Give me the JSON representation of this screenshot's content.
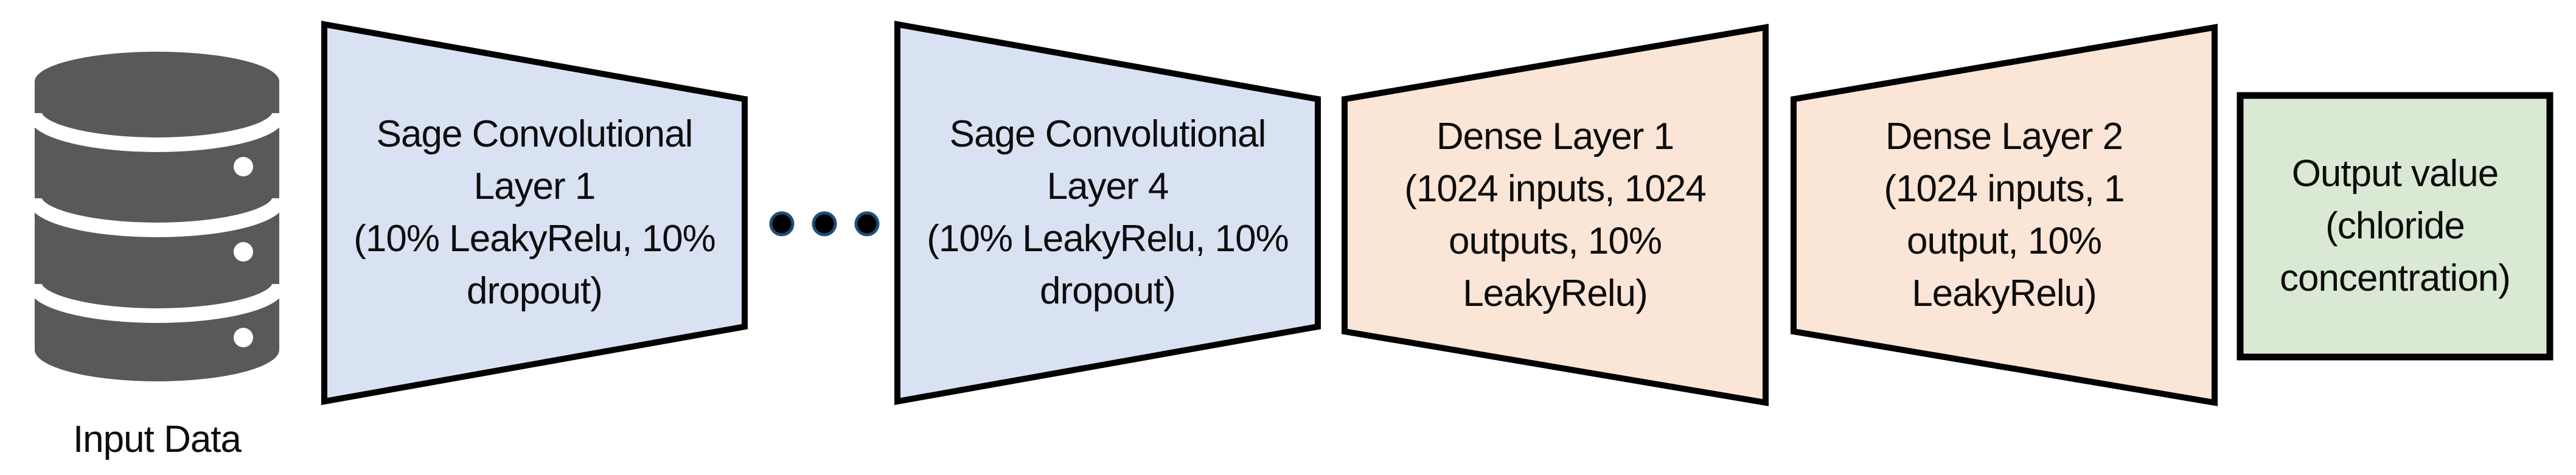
{
  "diagram": {
    "background_color": "#ffffff",
    "text_color": "#0d0d0d",
    "input_source": {
      "icon": "database-icon",
      "icon_color": "#595959",
      "caption": "Input Data"
    },
    "ellipsis": {
      "dot_count": 3,
      "dot_fill": "#000000",
      "dot_ring_color": "#1f4e79"
    },
    "layers": [
      {
        "id": "sage-conv-1",
        "shape": "trapezoid-narrowing-right",
        "label": "Sage Convolutional\nLayer 1\n(10% LeakyRelu, 10%\ndropout)",
        "fill": "#d9e2f3",
        "border_color": "#000000"
      },
      {
        "id": "sage-conv-4",
        "shape": "trapezoid-narrowing-right",
        "label": "Sage Convolutional\nLayer 4\n(10% LeakyRelu, 10%\ndropout)",
        "fill": "#d9e2f3",
        "border_color": "#000000"
      },
      {
        "id": "dense-1",
        "shape": "trapezoid-widening-right",
        "label": "Dense Layer 1\n(1024 inputs, 1024\noutputs, 10%\nLeakyRelu)",
        "fill": "#fbe5d6",
        "border_color": "#000000"
      },
      {
        "id": "dense-2",
        "shape": "trapezoid-widening-right",
        "label": "Dense Layer 2\n(1024 inputs, 1\noutput, 10%\nLeakyRelu)",
        "fill": "#fbe5d6",
        "border_color": "#000000"
      }
    ],
    "output": {
      "shape": "rectangle",
      "label": "Output value\n(chloride\nconcentration)",
      "fill": "#d9e9d3",
      "border_color": "#000000"
    }
  }
}
